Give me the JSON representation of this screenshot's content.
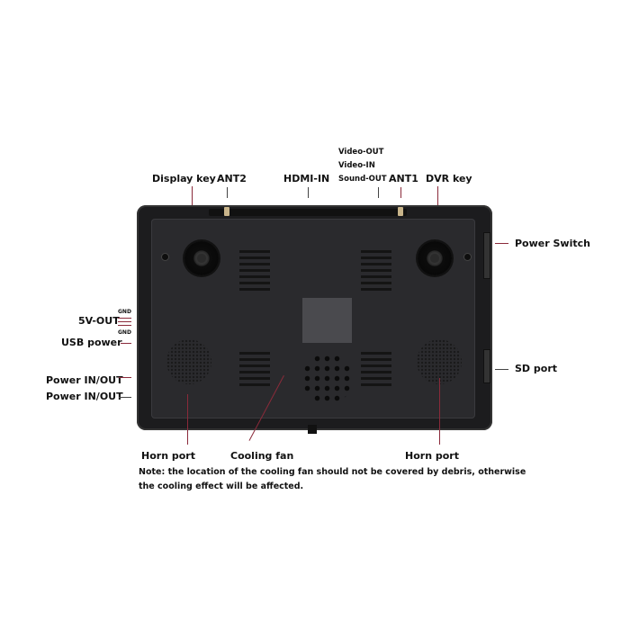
{
  "labels": {
    "top": {
      "display_key": "Display key",
      "ant2": "ANT2",
      "hdmi_in": "HDMI-IN",
      "video_out": "Video-OUT",
      "video_in": "Video-IN",
      "sound_out": "Sound-OUT",
      "ant1": "ANT1",
      "dvr_key": "DVR key"
    },
    "left": {
      "gnd_top": "GND",
      "five_v_out": "5V-OUT",
      "gnd_bottom": "GND",
      "usb_power": "USB power",
      "power_in_out_1": "Power IN/OUT",
      "power_in_out_2": "Power IN/OUT"
    },
    "right": {
      "power_switch": "Power Switch",
      "sd_port": "SD port"
    },
    "bottom": {
      "horn_port_left": "Horn port",
      "cooling_fan": "Cooling fan",
      "horn_port_right": "Horn port"
    }
  },
  "note": "Note: the location of the cooling fan should not be covered by debris, otherwise the cooling effect will be affected.",
  "colors": {
    "leader_line": "#8a2a3a",
    "device_body": "#1c1c1e",
    "device_panel": "#2a2a2d"
  }
}
